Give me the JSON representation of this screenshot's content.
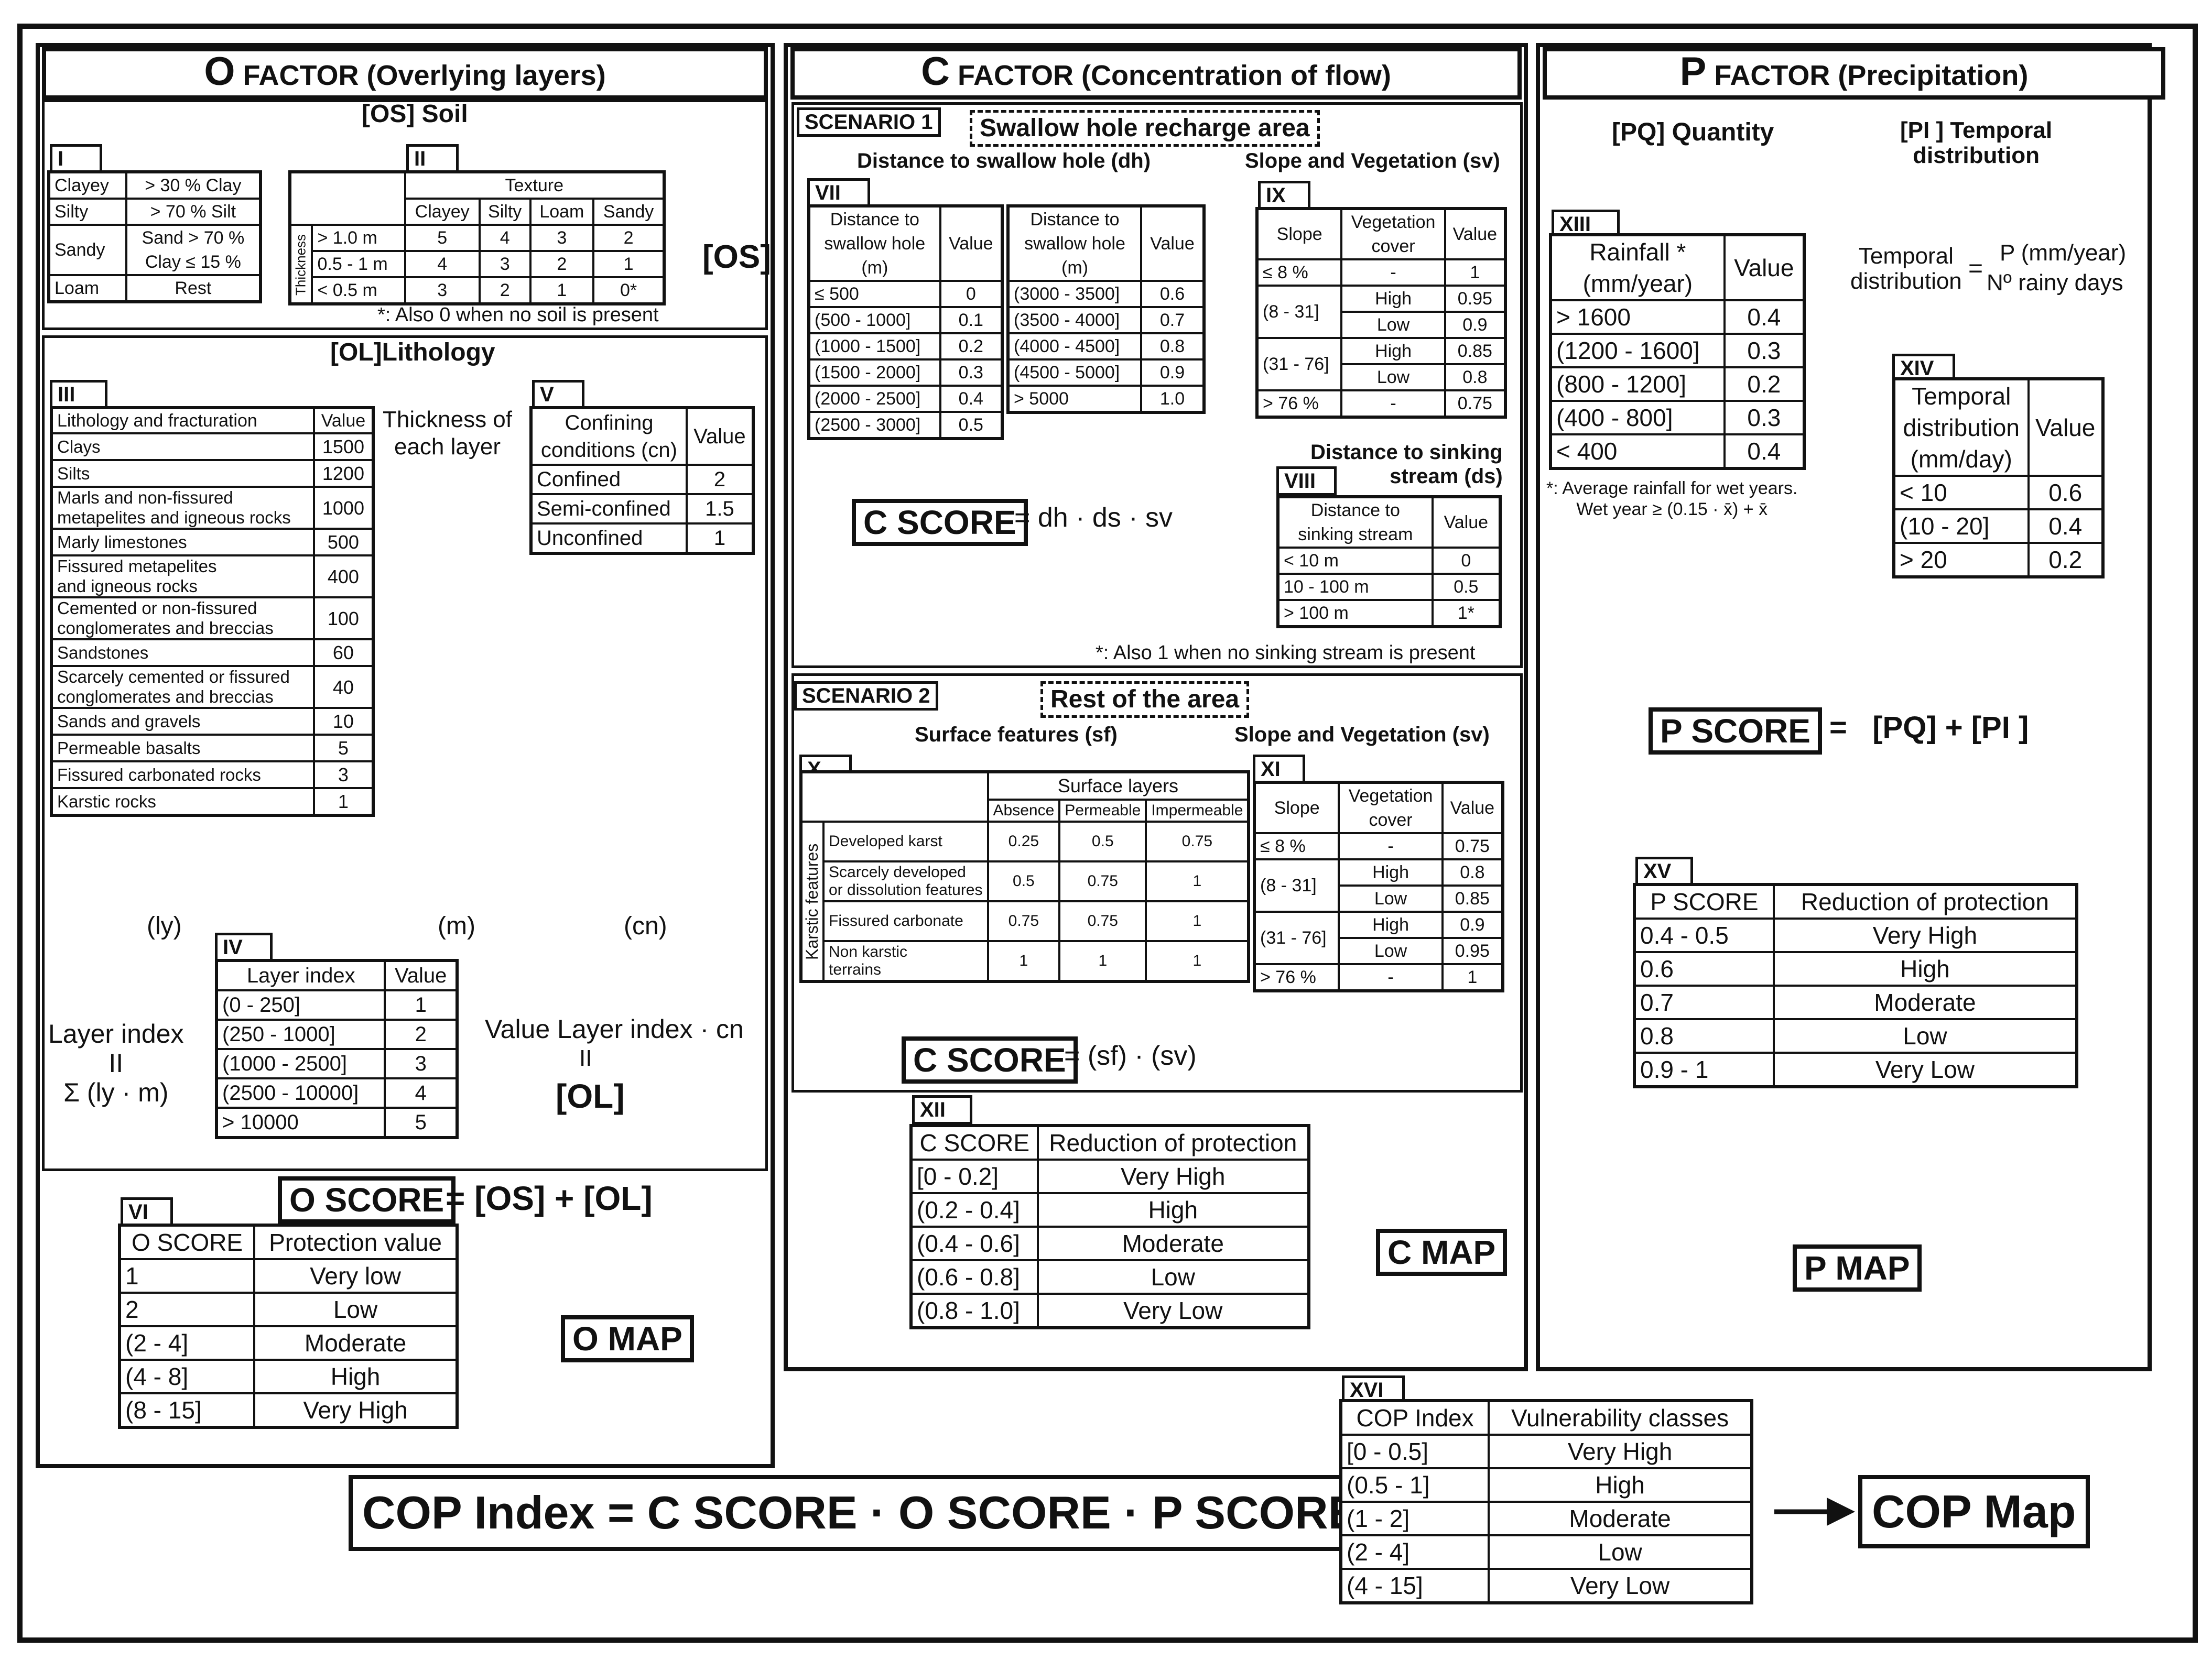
{
  "o": {
    "title_letter": "O",
    "title_rest": "FACTOR (Overlying layers)",
    "os_title": "[OS] Soil",
    "ol_title": "[OL]Lithology",
    "r1": "I",
    "r2": "II",
    "r3": "III",
    "r4": "IV",
    "r5": "V",
    "r6": "VI",
    "soil": [
      [
        "Clayey",
        "> 30 % Clay"
      ],
      [
        "Silty",
        "> 70 % Silt"
      ],
      [
        "Sandy",
        "Sand > 70 %\nClay ≤ 15 %"
      ],
      [
        "Loam",
        "Rest"
      ]
    ],
    "texture_header": "Texture",
    "texture_cols": [
      "Clayey",
      "Silty",
      "Loam",
      "Sandy"
    ],
    "thickness_label": "Thickness",
    "texture_rows": [
      [
        "> 1.0 m",
        "5",
        "4",
        "3",
        "2"
      ],
      [
        "0.5 - 1 m",
        "4",
        "3",
        "2",
        "1"
      ],
      [
        "< 0.5 m",
        "3",
        "2",
        "1",
        "0*"
      ]
    ],
    "os_symbol": "[OS]",
    "soil_note": "*: Also 0 when no soil is present",
    "litho_head": [
      "Lithology and fracturation",
      "Value"
    ],
    "litho": [
      [
        "Clays",
        "1500"
      ],
      [
        "Silts",
        "1200"
      ],
      [
        "Marls and non-fissured\nmetapelites and igneous rocks",
        "1000"
      ],
      [
        "Marly limestones",
        "500"
      ],
      [
        "Fissured metapelites\nand igneous rocks",
        "400"
      ],
      [
        "Cemented or non-fissured\nconglomerates and breccias",
        "100"
      ],
      [
        "Sandstones",
        "60"
      ],
      [
        "Scarcely cemented or fissured\nconglomerates and breccias",
        "40"
      ],
      [
        "Sands and gravels",
        "10"
      ],
      [
        "Permeable basalts",
        "5"
      ],
      [
        "Fissured carbonated rocks",
        "3"
      ],
      [
        "Karstic rocks",
        "1"
      ]
    ],
    "thick_label": "Thickness of\neach layer",
    "conf_head": [
      "Confining\nconditions (cn)",
      "Value"
    ],
    "conf": [
      [
        "Confined",
        "2"
      ],
      [
        "Semi-confined",
        "1.5"
      ],
      [
        "Unconfined",
        "1"
      ]
    ],
    "ly": "(ly)",
    "m": "(m)",
    "cn": "(cn)",
    "li_head": [
      "Layer index",
      "Value"
    ],
    "li": [
      [
        "(0 - 250]",
        "1"
      ],
      [
        "(250 - 1000]",
        "2"
      ],
      [
        "(1000 - 2500]",
        "3"
      ],
      [
        "(2500 - 10000]",
        "4"
      ],
      [
        "> 10000",
        "5"
      ]
    ],
    "li_formula": "Layer index\nII\nΣ (ly · m)",
    "vli": "Value Layer index · cn",
    "vli_eq": "II",
    "ol_symbol": "[OL]",
    "oscore_label": "O SCORE",
    "oscore_eq": "= [OS] + [OL]",
    "prot_head": [
      "O SCORE",
      "Protection value"
    ],
    "prot": [
      [
        "1",
        "Very low"
      ],
      [
        "2",
        "Low"
      ],
      [
        "(2 - 4]",
        "Moderate"
      ],
      [
        "(4 - 8]",
        "High"
      ],
      [
        "(8 - 15]",
        "Very High"
      ]
    ],
    "omap": "O MAP"
  },
  "c": {
    "title_letter": "C",
    "title_rest": "FACTOR (Concentration of flow)",
    "s1": "SCENARIO 1",
    "s1_name": "Swallow hole recharge area",
    "dh_title": "Distance to swallow hole (dh)",
    "sv_title": "Slope and Vegetation (sv)",
    "r7": "VII",
    "r8": "VIII",
    "r9": "IX",
    "r10": "X",
    "r11": "XI",
    "r12": "XII",
    "dh_head": [
      "Distance to\nswallow hole\n(m)",
      "Value"
    ],
    "dh_a": [
      [
        "≤ 500",
        "0"
      ],
      [
        "(500 - 1000]",
        "0.1"
      ],
      [
        "(1000 - 1500]",
        "0.2"
      ],
      [
        "(1500 - 2000]",
        "0.3"
      ],
      [
        "(2000 - 2500]",
        "0.4"
      ],
      [
        "(2500 - 3000]",
        "0.5"
      ]
    ],
    "dh_b": [
      [
        "(3000 - 3500]",
        "0.6"
      ],
      [
        "(3500 - 4000]",
        "0.7"
      ],
      [
        "(4000 - 4500]",
        "0.8"
      ],
      [
        "(4500 - 5000]",
        "0.9"
      ],
      [
        "> 5000",
        "1.0"
      ]
    ],
    "sv_head": [
      "Slope",
      "Vegetation\ncover",
      "Value"
    ],
    "sv1": [
      [
        "≤ 8 %",
        "-",
        "1"
      ],
      [
        "(8 - 31]",
        "High",
        "0.95"
      ],
      [
        "",
        "Low",
        "0.9"
      ],
      [
        "(31 - 76]",
        "High",
        "0.85"
      ],
      [
        "",
        "Low",
        "0.8"
      ],
      [
        "> 76 %",
        "-",
        "0.75"
      ]
    ],
    "ds_title": "Distance to sinking\nstream (ds)",
    "ds_head": [
      "Distance to\nsinking stream",
      "Value"
    ],
    "ds": [
      [
        "< 10 m",
        "0"
      ],
      [
        "10 - 100 m",
        "0.5"
      ],
      [
        "> 100 m",
        "1*"
      ]
    ],
    "cscore1_label": "C SCORE",
    "cscore1_eq": "= dh · ds · sv",
    "ds_note": "*: Also 1 when no sinking stream is present",
    "s2": "SCENARIO 2",
    "s2_name": "Rest of the area",
    "sf_title": "Surface features (sf)",
    "sv2_title": "Slope and Vegetation (sv)",
    "sf_layers": "Surface layers",
    "sf_cols": [
      "Absence",
      "Permeable",
      "Impermeable"
    ],
    "karst_label": "Karstic features",
    "sf": [
      [
        "Developed karst",
        "0.25",
        "0.5",
        "0.75"
      ],
      [
        "Scarcely developed\nor dissolution features",
        "0.5",
        "0.75",
        "1"
      ],
      [
        "Fissured carbonate",
        "0.75",
        "0.75",
        "1"
      ],
      [
        "Non karstic\nterrains",
        "1",
        "1",
        "1"
      ]
    ],
    "sv2": [
      [
        "≤ 8 %",
        "-",
        "0.75"
      ],
      [
        "(8 - 31]",
        "High",
        "0.8"
      ],
      [
        "",
        "Low",
        "0.85"
      ],
      [
        "(31 - 76]",
        "High",
        "0.9"
      ],
      [
        "",
        "Low",
        "0.95"
      ],
      [
        "> 76 %",
        "-",
        "1"
      ]
    ],
    "cscore2_label": "C SCORE",
    "cscore2_eq": "= (sf) · (sv)",
    "red_head": [
      "C SCORE",
      "Reduction of protection"
    ],
    "red": [
      [
        "[0 - 0.2]",
        "Very High"
      ],
      [
        "(0.2 - 0.4]",
        "High"
      ],
      [
        "(0.4 - 0.6]",
        "Moderate"
      ],
      [
        "(0.6 - 0.8]",
        "Low"
      ],
      [
        "(0.8 - 1.0]",
        "Very Low"
      ]
    ],
    "cmap": "C MAP"
  },
  "p": {
    "title_letter": "P",
    "title_rest": "FACTOR (Precipitation)",
    "pq_title": "[PQ] Quantity",
    "pi_title": "[PI ] Temporal\ndistribution",
    "r13": "XIII",
    "r14": "XIV",
    "r15": "XV",
    "rain_head": [
      "Rainfall *\n(mm/year)",
      "Value"
    ],
    "rain": [
      [
        "> 1600",
        "0.4"
      ],
      [
        "(1200 - 1600]",
        "0.3"
      ],
      [
        "(800 - 1200]",
        "0.2"
      ],
      [
        "(400 - 800]",
        "0.3"
      ],
      [
        "< 400",
        "0.4"
      ]
    ],
    "rain_note": "*: Average rainfall for wet years.\nWet year ≥ (0.15 · x̄) + x̄",
    "td_label": "Temporal\ndistribution",
    "td_eq": "=",
    "td_num": "P (mm/year)",
    "td_den": "Nº rainy days",
    "td_head": [
      "Temporal\ndistribution\n(mm/day)",
      "Value"
    ],
    "td": [
      [
        "< 10",
        "0.6"
      ],
      [
        "(10 - 20]",
        "0.4"
      ],
      [
        "> 20",
        "0.2"
      ]
    ],
    "pscore_label": "P SCORE",
    "pscore_eq": "=   [PQ] + [PI ]",
    "red_head": [
      "P SCORE",
      "Reduction of protection"
    ],
    "red": [
      [
        "0.4 - 0.5",
        "Very High"
      ],
      [
        "0.6",
        "High"
      ],
      [
        "0.7",
        "Moderate"
      ],
      [
        "0.8",
        "Low"
      ],
      [
        "0.9 - 1",
        "Very Low"
      ]
    ],
    "pmap": "P MAP"
  },
  "cop": {
    "formula": "COP Index = C SCORE · O SCORE · P SCORE",
    "r16": "XVI",
    "head": [
      "COP Index",
      "Vulnerability classes"
    ],
    "rows": [
      [
        "[0 - 0.5]",
        "Very High"
      ],
      [
        "(0.5 - 1]",
        "High"
      ],
      [
        "(1 - 2]",
        "Moderate"
      ],
      [
        "(2 - 4]",
        "Low"
      ],
      [
        "(4 - 15]",
        "Very Low"
      ]
    ],
    "map": "COP Map"
  }
}
